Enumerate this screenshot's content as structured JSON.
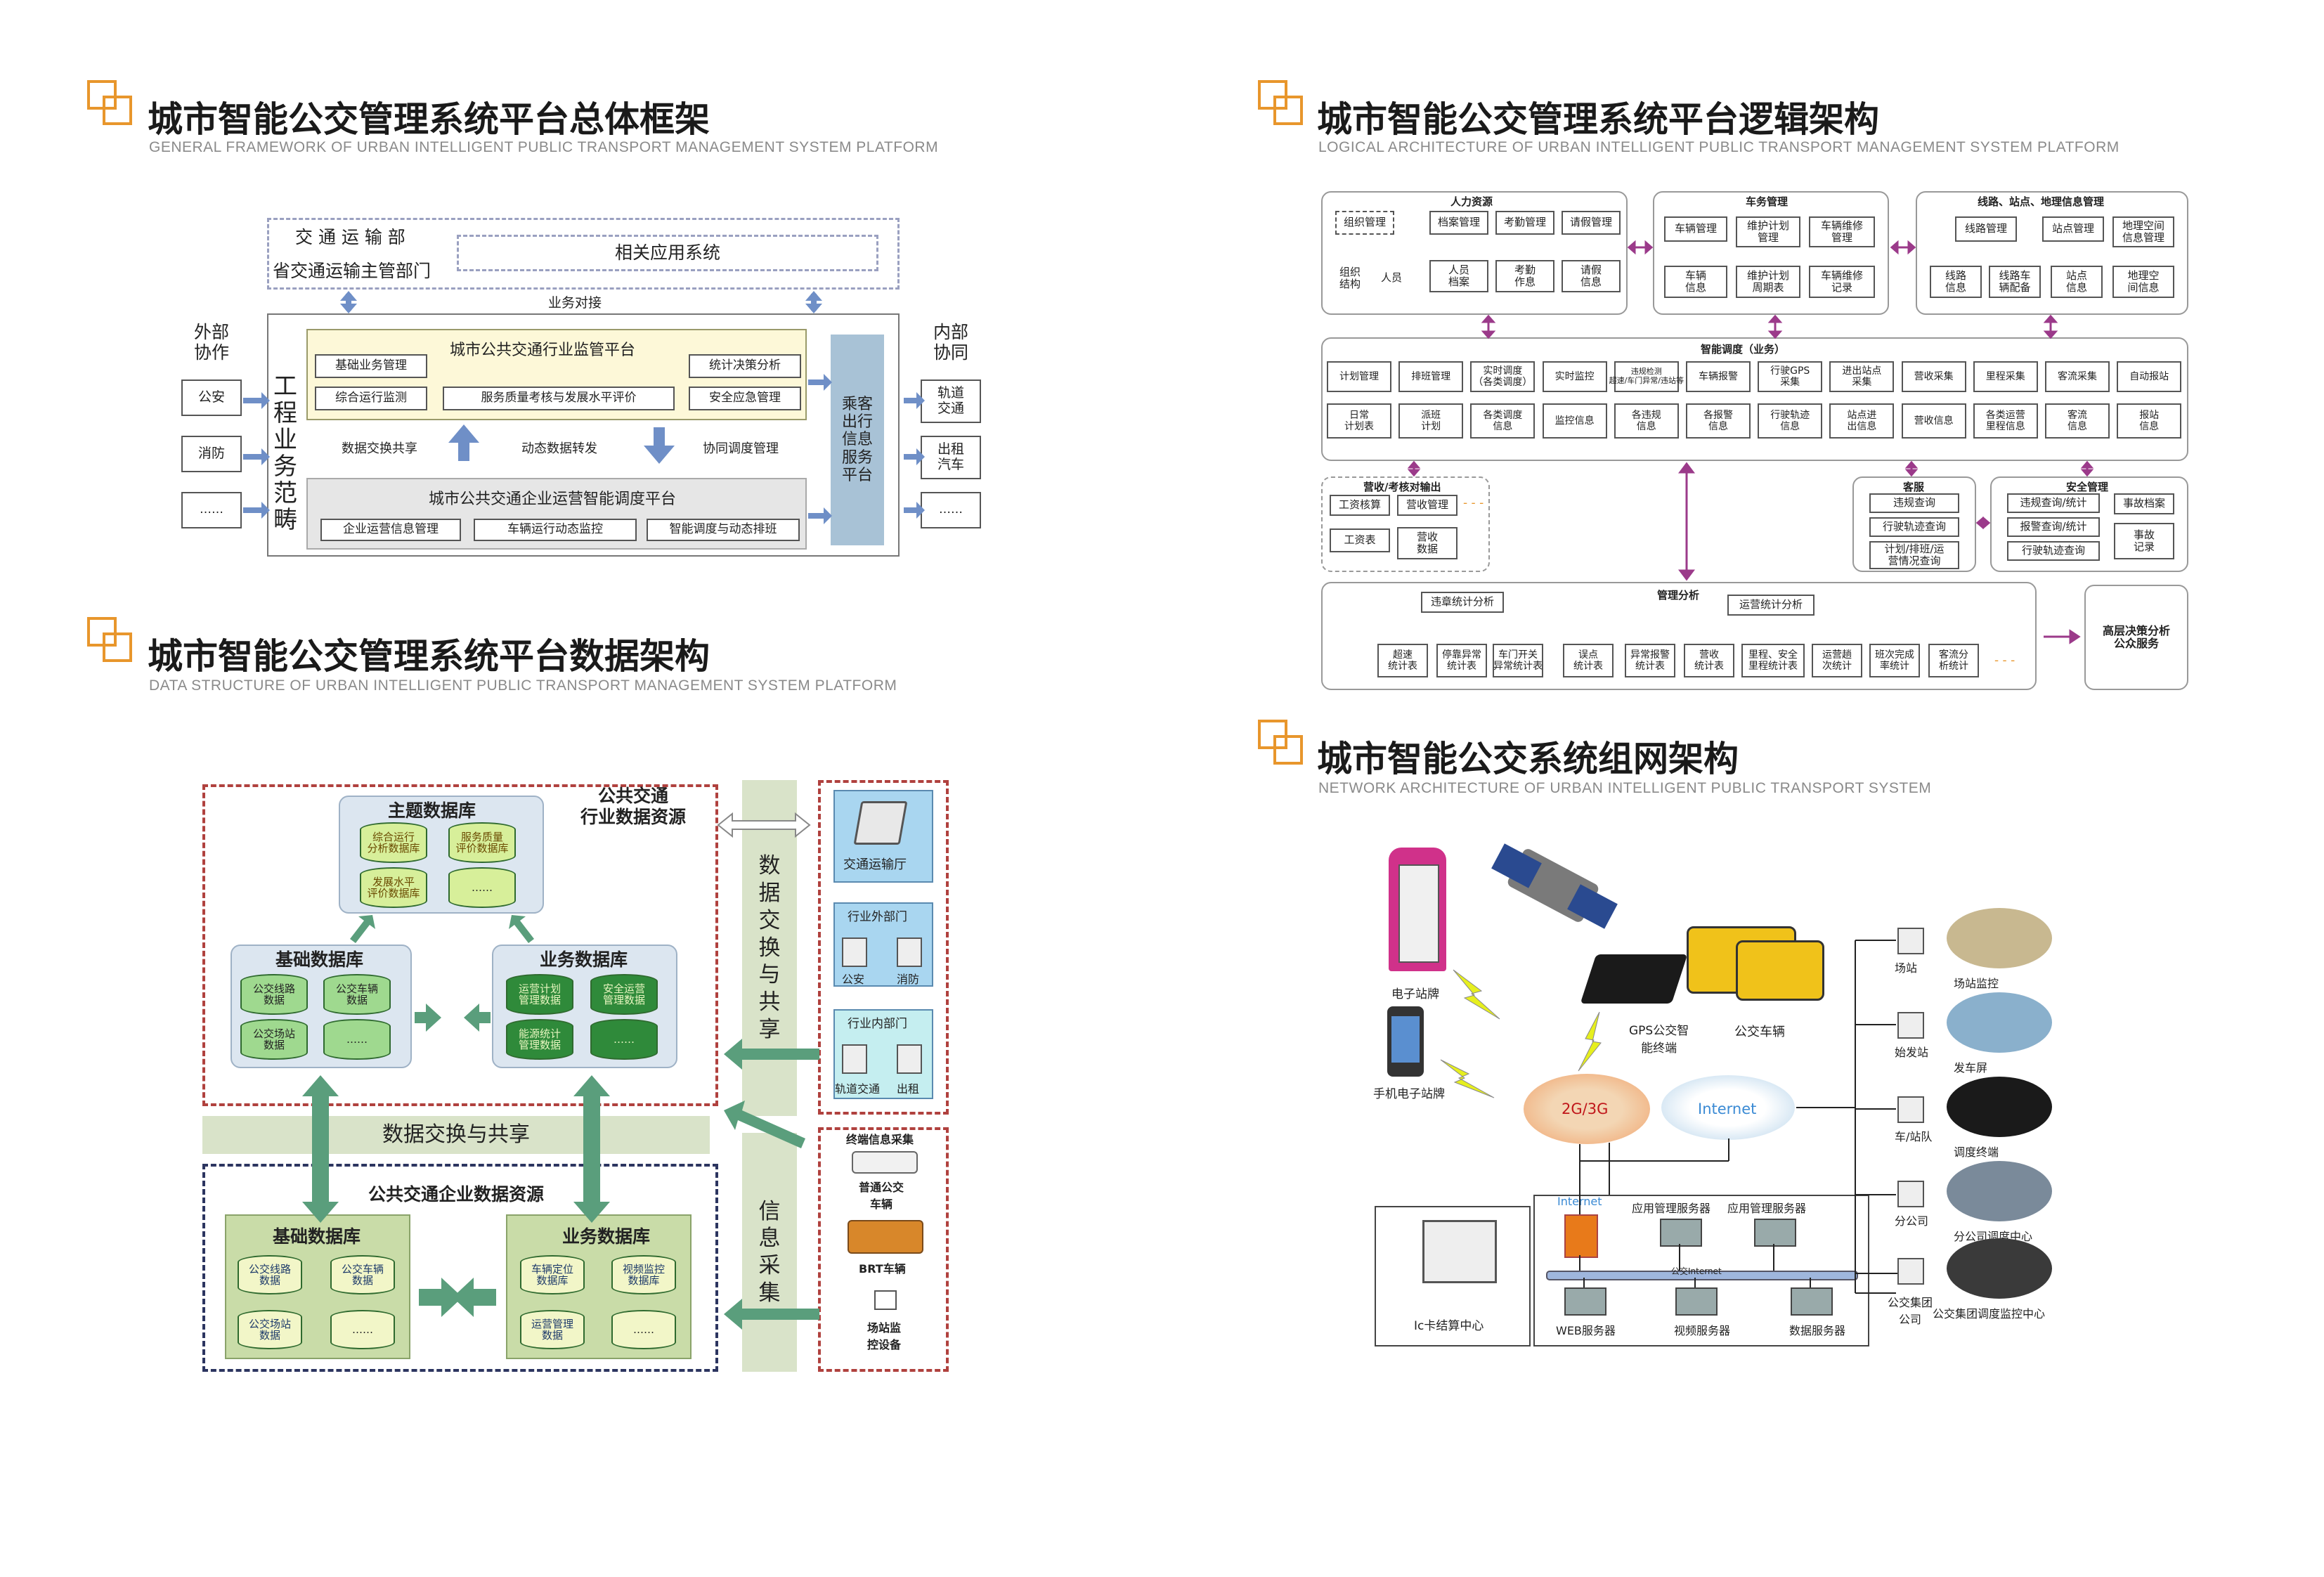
{
  "colors": {
    "accent": "#e8962c",
    "arrow_blue": "#6f8fc7",
    "arrow_green": "#5a9e7c",
    "arrow_purple": "#9b3a8a",
    "db_green": "#9fd98f",
    "dash_red": "#b0413e",
    "dash_navy": "#2c3560"
  },
  "s1": {
    "title": "城市智能公交管理系统平台总体框架",
    "subtitle": "GENERAL FRAMEWORK OF URBAN INTELLIGENT PUBLIC TRANSPORT MANAGEMENT SYSTEM PLATFORM",
    "top_left_1": "交 通 运 输 部",
    "top_left_2": "省交通运输主管部门",
    "top_right": "相关应用系统",
    "biz_link": "业务对接",
    "external": {
      "title": "外部\n协作",
      "items": [
        "公安",
        "消防",
        "……"
      ]
    },
    "internal": {
      "title": "内部\n协同",
      "items": [
        "轨道\n交通",
        "出租\n汽车",
        "……"
      ]
    },
    "scope": "工\n程\n业\n务\n范\n畴",
    "reg_platform": "城市公共交通行业监管平台",
    "reg_items": [
      "基础业务管理",
      "统计决策分析",
      "综合运行监测",
      "服务质量考核与发展水平评价",
      "安全应急管理"
    ],
    "mid_labels": [
      "数据交换共享",
      "动态数据转发",
      "协同调度管理"
    ],
    "ent_platform": "城市公共交通企业运营智能调度平台",
    "ent_items": [
      "企业运营信息管理",
      "车辆运行动态监控",
      "智能调度与动态排班"
    ],
    "passenger": "乘客\n出行\n信息\n服务\n平台"
  },
  "s2": {
    "title": "城市智能公交管理系统平台逻辑架构",
    "subtitle": "LOGICAL ARCHITECTURE OF URBAN INTELLIGENT PUBLIC TRANSPORT MANAGEMENT SYSTEM PLATFORM",
    "hr": {
      "title": "人力资源",
      "top": [
        "组织管理",
        "档案管理",
        "考勤管理",
        "请假管理"
      ],
      "bottom": [
        "组织\n结构",
        "人员",
        "人员\n档案",
        "考勤\n作息",
        "请假\n信息"
      ]
    },
    "vehicle": {
      "title": "车务管理",
      "top": [
        "车辆管理",
        "维护计划\n管理",
        "车辆维修\n管理"
      ],
      "bottom": [
        "车辆\n信息",
        "维护计划\n周期表",
        "车辆维修\n记录"
      ]
    },
    "route": {
      "title": "线路、站点、地理信息管理",
      "top": [
        "线路管理",
        "站点管理",
        "地理空间\n信息管理"
      ],
      "bottom": [
        "线路\n信息",
        "线路车\n辆配备",
        "站点\n信息",
        "地理空\n间信息"
      ]
    },
    "dispatch": {
      "title": "智能调度（业务）",
      "top": [
        "计划管理",
        "排班管理",
        "实时调度\n（各类调度）",
        "实时监控",
        "违规检测\n超速/车门异常/违站等",
        "车辆报警",
        "行驶GPS\n采集",
        "进出站点\n采集",
        "营收采集",
        "里程采集",
        "客流采集",
        "自动报站"
      ],
      "bottom": [
        "日常\n计划表",
        "派班\n计划",
        "各类调度\n信息",
        "监控信息",
        "各违规\n信息",
        "各报警\n信息",
        "行驶轨迹\n信息",
        "站点进\n出信息",
        "营收信息",
        "各类运营\n里程信息",
        "客流\n信息",
        "报站\n信息"
      ]
    },
    "revenue": {
      "title": "营收/考核对输出",
      "items": [
        "工资核算",
        "营收管理",
        "工资表",
        "营收\n数据"
      ]
    },
    "service": {
      "title": "客服",
      "items": [
        "违规查询",
        "行驶轨迹查询",
        "计划/排班/运\n营情况查询"
      ]
    },
    "safety": {
      "title": "安全管理",
      "items": [
        "违规查询/统计",
        "事故档案",
        "报警查询/统计",
        "事故\n记录",
        "行驶轨迹查询"
      ]
    },
    "analysis": {
      "title": "管理分析",
      "left": "违章统计分析",
      "right": "运营统计分析",
      "items": [
        "超速\n统计表",
        "停靠异常\n统计表",
        "车门开关\n异常统计表",
        "误点\n统计表",
        "异常报警\n统计表",
        "营收\n统计表",
        "里程、安全\n里程统计表",
        "运营趟\n次统计",
        "班次完成\n率统计",
        "客流分\n析统计"
      ]
    },
    "decision": "高层决策分析\n公众服务",
    "ellipsis": "- - -"
  },
  "s3": {
    "title": "城市智能公交管理系统平台数据架构",
    "subtitle": "DATA STRUCTURE OF URBAN INTELLIGENT PUBLIC TRANSPORT MANAGEMENT SYSTEM PLATFORM",
    "industry": "公共交通\n行业数据资源",
    "theme_db": {
      "title": "主题数据库",
      "items": [
        "综合运行\n分析数据库",
        "服务质量\n评价数据库",
        "发展水平\n评价数据库",
        "……"
      ]
    },
    "base_db": {
      "title": "基础数据库",
      "items": [
        "公交线路\n数据",
        "公交车辆\n数据",
        "公交场站\n数据",
        "……"
      ]
    },
    "biz_db": {
      "title": "业务数据库",
      "items": [
        "运营计划\n管理数据",
        "安全运营\n管理数据",
        "能源统计\n管理数据",
        "……"
      ]
    },
    "exchange": "数据交换与共享",
    "enterprise": "公共交通企业数据资源",
    "ent_base_db": {
      "title": "基础数据库",
      "items": [
        "公交线路\n数据",
        "公交车辆\n数据",
        "公交场站\n数据",
        "……"
      ]
    },
    "ent_biz_db": {
      "title": "业务数据库",
      "items": [
        "车辆定位\n数据库",
        "视频监控\n数据库",
        "运营管理\n数据",
        "……"
      ]
    },
    "vertical_exchange": "数\n据\n交\n换\n与\n共\n享",
    "vertical_collect": "信\n息\n采\n集",
    "transport_hall": "交通运输厅",
    "external_dept": {
      "title": "行业外部门",
      "items": [
        "公安",
        "消防"
      ]
    },
    "internal_dept": {
      "title": "行业内部门",
      "items": [
        "轨道交通",
        "出租"
      ]
    },
    "terminal": {
      "title": "终端信息采集",
      "items": [
        "普通公交\n车辆",
        "BRT车辆",
        "场站监\n控设备"
      ]
    }
  },
  "s4": {
    "title": "城市智能公交系统组网架构",
    "subtitle": "NETWORK ARCHITECTURE OF URBAN INTELLIGENT PUBLIC TRANSPORT SYSTEM",
    "labels": {
      "stop_sign": "电子站牌",
      "mobile": "手机电子站牌",
      "gps_terminal": "GPS公交智\n能终端",
      "bus": "公交车辆",
      "net_2g3g": "2G/3G",
      "internet": "Internet",
      "internet_fw": "Internet",
      "ic_center": "Ic卡结算中心",
      "app_server_1": "应用管理服务器",
      "app_server_2": "应用管理服务器",
      "web_server": "WEB服务器",
      "video_server": "视频服务器",
      "db_server": "数据服务器",
      "lan": "公交Internet"
    },
    "right": [
      "场站",
      "场站监控",
      "始发站",
      "发车屏",
      "车/站队",
      "调度终端",
      "分公司",
      "分公司调度中心",
      "公交集团\n公司",
      "公交集团调度监控中心"
    ]
  }
}
